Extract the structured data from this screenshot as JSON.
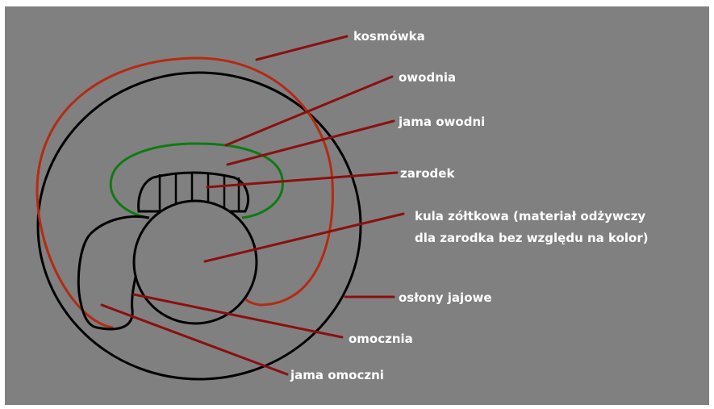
{
  "colors": {
    "background": "#808080",
    "frame": "#ffffff",
    "outline": "#000000",
    "chorion": "#b52a12",
    "amnion": "#0e7a12",
    "leader": "#8b0f0f",
    "label_text": "#ffffff"
  },
  "labels": {
    "kosmowka": "kosmówka",
    "owodnia": "owodnia",
    "jama_owodni": "jama owodni",
    "zarodek": "zarodek",
    "kula_line1": "kula zółtkowa (materiał odżywczy",
    "kula_line2": "dla zarodka bez względu na kolor)",
    "oslony": "osłony jajowe",
    "omocznia": "omocznia",
    "jama_omoczni": "jama omoczni"
  }
}
